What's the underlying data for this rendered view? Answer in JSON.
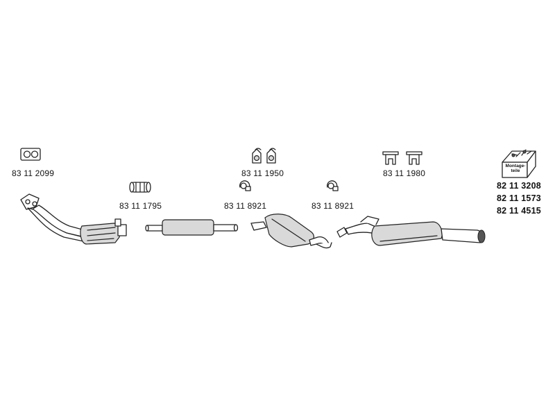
{
  "parts": {
    "flange_gasket": "83 11 2099",
    "clamp_sleeve": "83 11 1795",
    "rubber_hangers_a": "83 11 1950",
    "pipe_clamp_a": "83 11 8921",
    "pipe_clamp_b": "83 11 8921",
    "rubber_hangers_b": "83 11 1980"
  },
  "mounting_kit": {
    "box_label_line1": "Montage-",
    "box_label_line2": "teile",
    "codes": [
      "82 11 3208",
      "82 11 1573",
      "82 11 4515"
    ]
  }
}
